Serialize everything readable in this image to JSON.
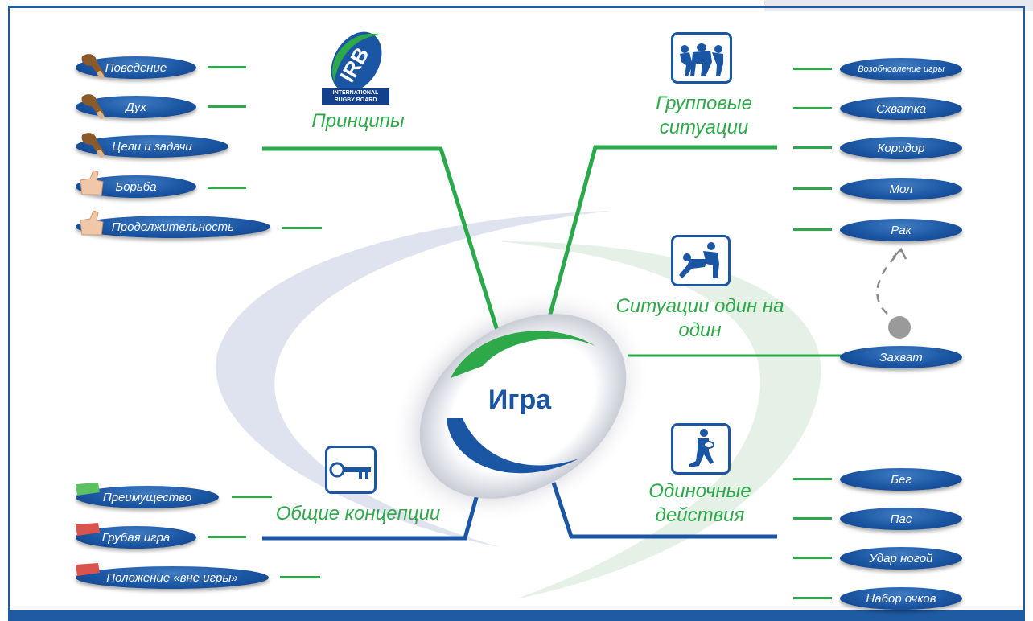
{
  "center": {
    "label": "Игра"
  },
  "logo": {
    "text": "IRB",
    "caption_line1": "INTERNATIONAL",
    "caption_line2": "RUGBY BOARD"
  },
  "headings": {
    "principles": "Принципы",
    "group": "Групповые ситуации",
    "one_on_one": "Ситуации один на один",
    "single": "Одиночные действия",
    "general": "Общие концепции"
  },
  "left_top": [
    {
      "label": "Поведение",
      "icon": "brown-thumb-icon"
    },
    {
      "label": "Дух",
      "icon": "brown-thumb-icon"
    },
    {
      "label": "Цели и задачи",
      "icon": "brown-thumb-icon"
    },
    {
      "label": "Борьба",
      "icon": "skin-thumb-icon"
    },
    {
      "label": "Продолжительность",
      "icon": "skin-thumb-icon"
    }
  ],
  "left_bottom": [
    {
      "label": "Преимущество",
      "icon": "green-flag-icon"
    },
    {
      "label": "Грубая игра",
      "icon": "red-flag-icon"
    },
    {
      "label": "Положение «вне игры»",
      "icon": "red-flag-icon"
    }
  ],
  "right_top": [
    {
      "label": "Возобновление игры"
    },
    {
      "label": "Схватка"
    },
    {
      "label": "Коридор"
    },
    {
      "label": "Мол"
    },
    {
      "label": "Рак"
    }
  ],
  "right_mid": [
    {
      "label": "Захват"
    }
  ],
  "right_bottom": [
    {
      "label": "Бег"
    },
    {
      "label": "Пас"
    },
    {
      "label": "Удар ногой"
    },
    {
      "label": "Набор очков"
    }
  ],
  "colors": {
    "pill": "#1b56a4",
    "heading": "#2ea94a",
    "connector_green": "#2aa84a",
    "connector_blue": "#1b56a4"
  }
}
